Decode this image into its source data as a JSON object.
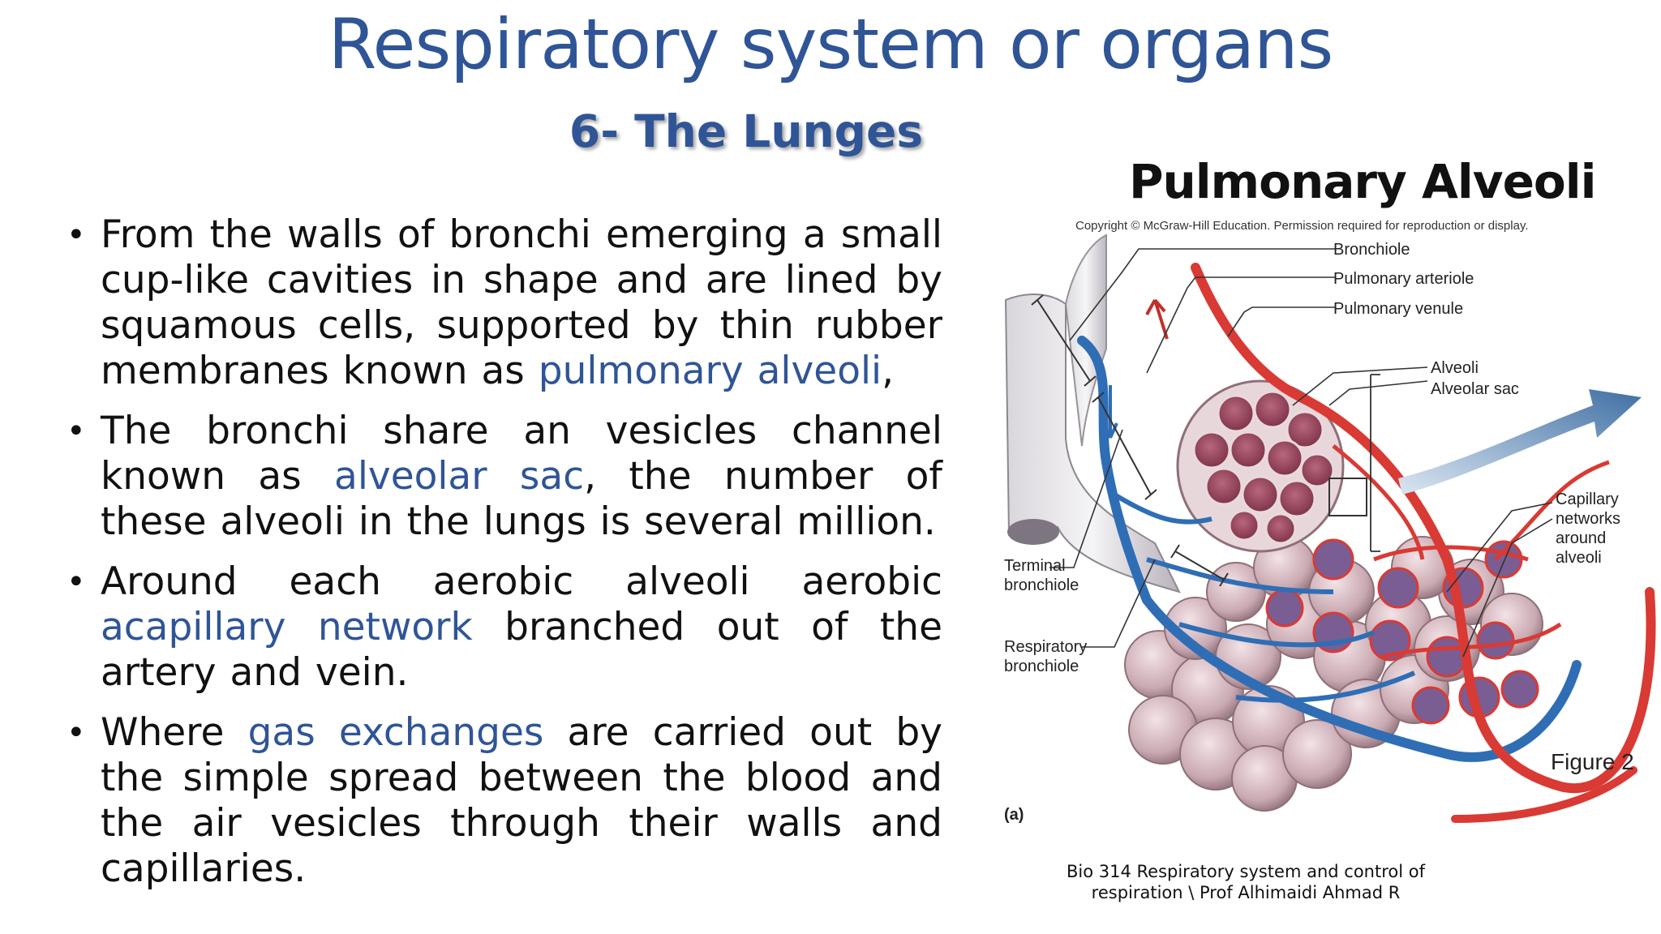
{
  "slide": {
    "title": "Respiratory system or organs",
    "subtitle": "6- The Lunges",
    "bullets": [
      {
        "parts": [
          {
            "text": "From the walls of bronchi emerging a small cup-like cavities in shape and are lined by squamous cells, supported by thin rubber membranes known as ",
            "highlight": false
          },
          {
            "text": "pulmonary alveoli",
            "highlight": true
          },
          {
            "text": ",",
            "highlight": false
          }
        ]
      },
      {
        "parts": [
          {
            "text": "The bronchi share an vesicles channel known as ",
            "highlight": false
          },
          {
            "text": "alveolar sac",
            "highlight": true
          },
          {
            "text": ", the number of these alveoli in the lungs is several million.",
            "highlight": false
          }
        ]
      },
      {
        "parts": [
          {
            "text": "Around each  aerobic alveoli aerobic ",
            "highlight": false
          },
          {
            "text": "acapillary network",
            "highlight": true
          },
          {
            "text": " branched out of the artery and vein.",
            "highlight": false
          }
        ]
      },
      {
        "parts": [
          {
            "text": " Where ",
            "highlight": false
          },
          {
            "text": "gas exchanges",
            "highlight": true
          },
          {
            "text": " are carried out by the simple spread between the blood and the air vesicles through their walls and capillaries.",
            "highlight": false
          }
        ]
      }
    ],
    "footer": "Bio 314 Respiratory system and control of respiration \\ Prof Alhimaidi Ahmad R"
  },
  "figure": {
    "title": "Pulmonary Alveoli",
    "copyright": "Copyright © McGraw-Hill Education. Permission required for reproduction or display.",
    "labels": {
      "bronchiole": "Bronchiole",
      "pulmonary_arteriole": "Pulmonary arteriole",
      "pulmonary_venule": "Pulmonary venule",
      "alveoli": "Alveoli",
      "alveolar_sac": "Alveolar sac",
      "capillary_line1": "Capillary",
      "capillary_line2": "networks",
      "capillary_line3": "around",
      "capillary_line4": "alveoli",
      "terminal_line1": "Terminal",
      "terminal_line2": "bronchiole",
      "respiratory_line1": "Respiratory",
      "respiratory_line2": "bronchiole"
    },
    "figure_number": "Figure 2",
    "panel_label": "(a)"
  },
  "colors": {
    "accent": "#2f5597",
    "artery": "#d93a34",
    "vein": "#2f6eb5",
    "alveolus": "#c98a9a"
  }
}
